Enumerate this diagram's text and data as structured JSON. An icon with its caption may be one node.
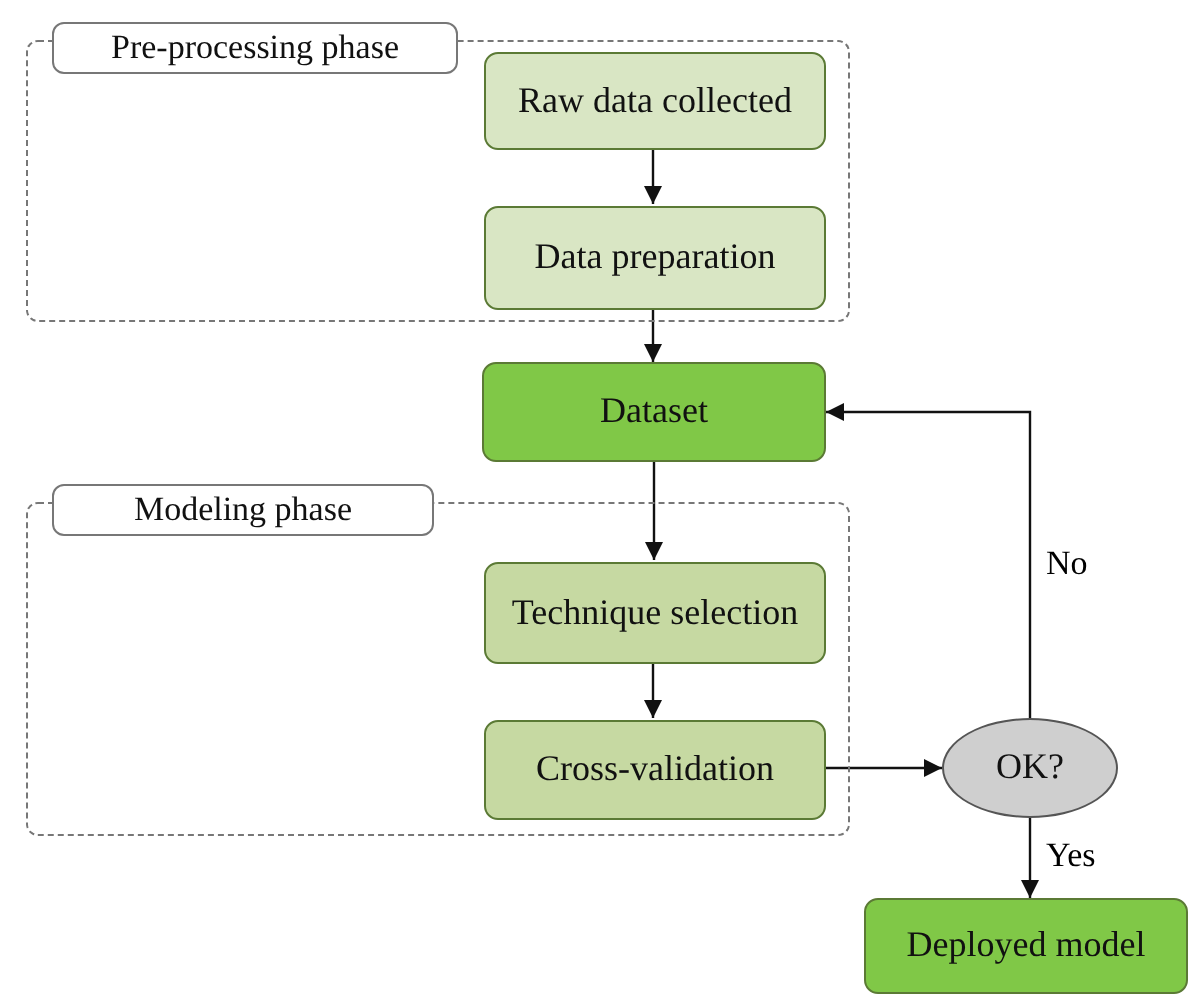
{
  "diagram": {
    "nodes": [
      {
        "text": [
          "Pre-processing phase"
        ]
      },
      {
        "text": [
          "Raw data collected"
        ],
        "in": 0
      },
      {
        "text": [
          "Data preparation"
        ],
        "in": 0
      },
      {
        "text": [
          "Dataset"
        ]
      },
      {
        "text": [
          "Modeling phase"
        ]
      },
      {
        "text": [
          "Technique selection"
        ],
        "in": 4
      },
      {
        "text": [
          "Cross-validation"
        ],
        "in": 4
      },
      {
        "text": [
          "OK?"
        ]
      },
      {
        "text": [
          "Deployed model"
        ]
      }
    ],
    "edges": [
      {
        "from": 1,
        "to": 2,
        "arrow": "to"
      },
      {
        "from": 2,
        "to": 3,
        "arrow": "to"
      },
      {
        "from": 3,
        "to": 5,
        "arrow": "to"
      },
      {
        "from": 5,
        "to": 6,
        "arrow": "to"
      },
      {
        "from": 6,
        "to": 7,
        "arrow": "to"
      },
      {
        "from": 7,
        "to": 3,
        "arrow": "to",
        "label": "No"
      },
      {
        "from": 7,
        "to": 8,
        "arrow": "to",
        "label": "Yes"
      }
    ]
  }
}
